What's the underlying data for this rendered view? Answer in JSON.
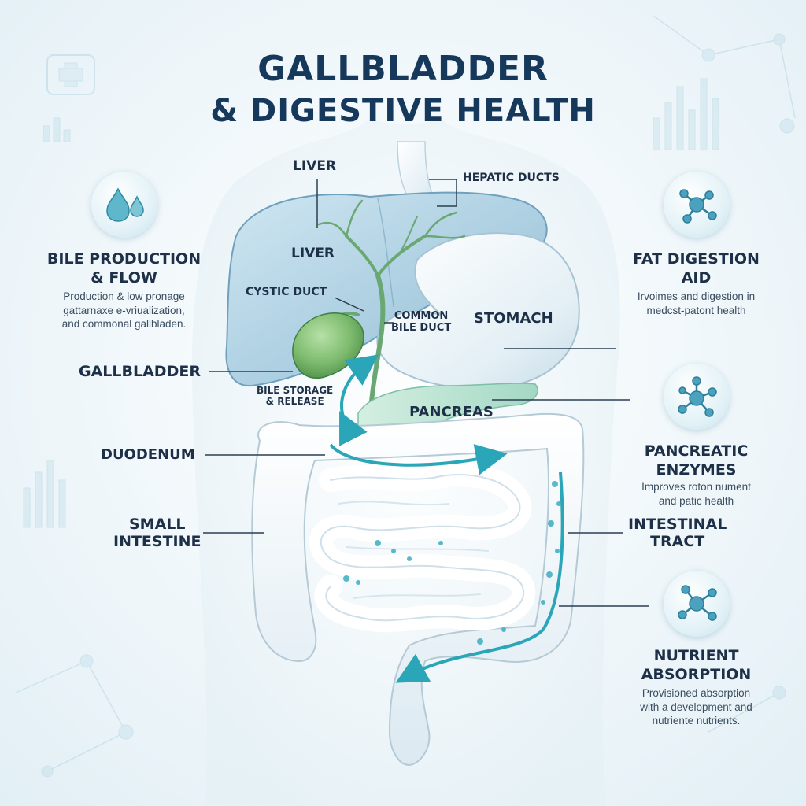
{
  "title": {
    "line1": "GALLBLADDER",
    "line2": "& DIGESTIVE HEALTH"
  },
  "organ_labels": {
    "liver_top": "LIVER",
    "liver_inner": "LIVER",
    "hepatic_ducts": "HEPATIC DUCTS",
    "cystic_duct": "CYSTIC DUCT",
    "common_bile_duct": "COMMON\nBILE DUCT",
    "stomach": "STOMACH",
    "gallbladder": "GALLBLADDER",
    "bile_storage": "BILE STORAGE\n& RELEASE",
    "pancreas": "PANCREAS",
    "duodenum": "DUODENUM",
    "small_intestine": "SMALL\nINTESTINE",
    "intestinal_tract": "INTESTINAL\nTRACT"
  },
  "left_panel": {
    "icon": "water-drops-icon",
    "heading": "BILE PRODUCTION\n& FLOW",
    "description": "Production & low pronage\ngattarnaxe e-vriualization,\nand commonal gallbladen."
  },
  "right_panels": [
    {
      "icon": "molecule-icon",
      "heading": "FAT DIGESTION\nAID",
      "description": "Irvoimes and digestion in\nmedcst-patont health"
    },
    {
      "icon": "molecule-icon",
      "heading": "PANCREATIC\nENZYMES",
      "description": "Improves roton nument\nand patic health"
    },
    {
      "icon": "molecule-icon",
      "heading": "NUTRIENT\nABSORPTION",
      "description": "Provisioned absorption\nwith a development and\nnutriente nutrients."
    }
  ],
  "colors": {
    "title": "#16385a",
    "accent": "#2aa6b8",
    "gallbladder": "#7dbb6e",
    "liver": "#a9cde0",
    "pancreas": "#b8e3d2"
  }
}
